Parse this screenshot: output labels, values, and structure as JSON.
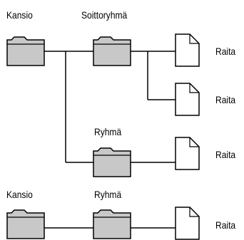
{
  "diagram_top": {
    "root_label": "Kansio",
    "group_label": "Soittoryhmä",
    "subgroup_label": "Ryhmä",
    "track_labels": [
      "Raita",
      "Raita",
      "Raita"
    ]
  },
  "diagram_bottom": {
    "root_label": "Kansio",
    "group_label": "Ryhmä",
    "track_label": "Raita"
  },
  "icons": {
    "folder": "folder-icon",
    "document": "document-icon"
  },
  "colors": {
    "folder_fill": "#c8c8c8",
    "outline": "#000000",
    "page": "#ffffff"
  }
}
